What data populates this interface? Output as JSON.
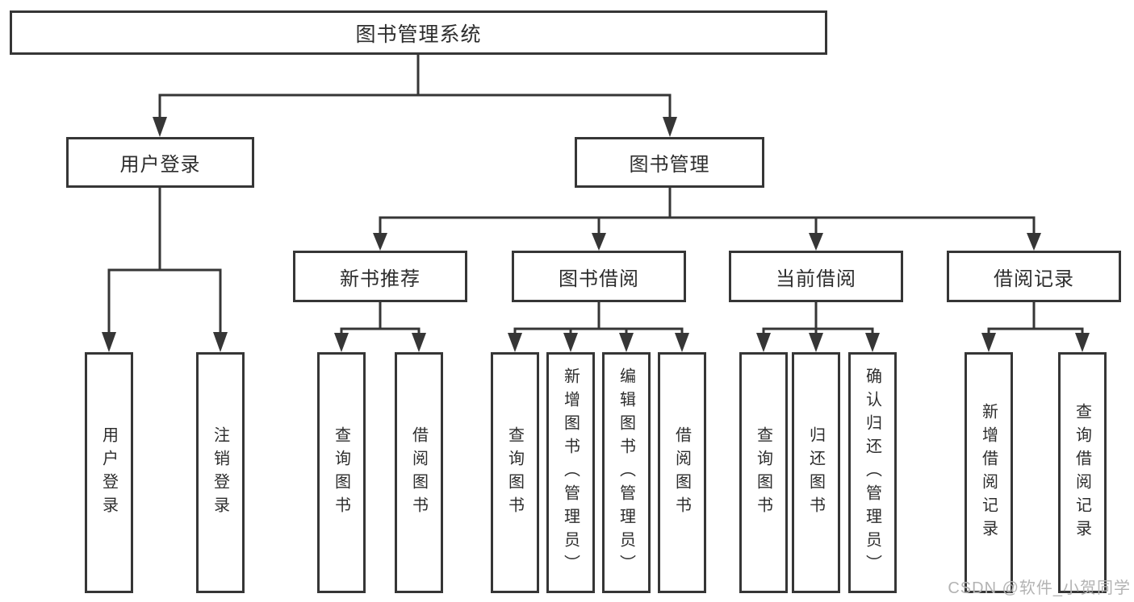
{
  "page": {
    "background": "#ffffff",
    "line_color": "#363636",
    "text_color": "#2d2d2d",
    "watermark": {
      "text": "CSDN @软件_小贺同学",
      "color": "#b3b3b3"
    }
  },
  "diagram": {
    "root": {
      "label": "图书管理系统"
    },
    "level2": [
      {
        "id": "user-login",
        "label": "用户登录"
      },
      {
        "id": "book-management",
        "label": "图书管理"
      }
    ],
    "level3": [
      {
        "id": "new-book-recommend",
        "label": "新书推荐",
        "parent": "book-management"
      },
      {
        "id": "book-borrow",
        "label": "图书借阅",
        "parent": "book-management"
      },
      {
        "id": "current-borrow",
        "label": "当前借阅",
        "parent": "book-management"
      },
      {
        "id": "borrow-records",
        "label": "借阅记录",
        "parent": "book-management"
      }
    ],
    "leaves": [
      {
        "group": "user-login",
        "label": "用户登录"
      },
      {
        "group": "user-login",
        "label": "注销登录"
      },
      {
        "group": "new-book-recommend",
        "label": "查询图书"
      },
      {
        "group": "new-book-recommend",
        "label": "借阅图书"
      },
      {
        "group": "book-borrow",
        "label": "查询图书"
      },
      {
        "group": "book-borrow",
        "label": "新增图书（管理员）"
      },
      {
        "group": "book-borrow",
        "label": "编辑图书（管理员）"
      },
      {
        "group": "book-borrow",
        "label": "借阅图书"
      },
      {
        "group": "current-borrow",
        "label": "查询图书"
      },
      {
        "group": "current-borrow",
        "label": "归还图书"
      },
      {
        "group": "current-borrow",
        "label": "确认归还（管理员）"
      },
      {
        "group": "borrow-records",
        "label": "新增借阅记录"
      },
      {
        "group": "borrow-records",
        "label": "查询借阅记录"
      }
    ]
  }
}
